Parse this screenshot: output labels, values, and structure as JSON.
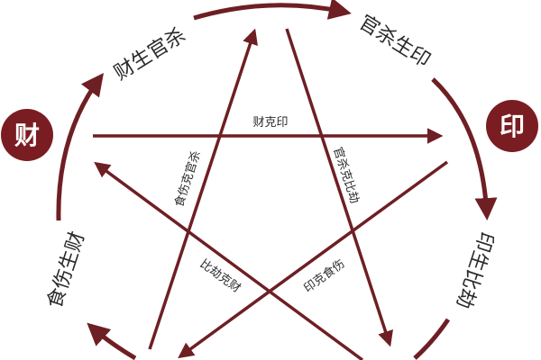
{
  "colors": {
    "arrow": "#6e1f24",
    "node_fill": "#7a1d22",
    "node_text": "#ffffff",
    "label": "#2a2a2a"
  },
  "nodes": {
    "cai": "财",
    "yin": "印"
  },
  "cycle_labels": {
    "cai_sheng_guan_sha": "财生官杀",
    "guan_sha_sheng_yin": "官杀生印",
    "yin_sheng_bi_jie": "印生比劫",
    "shi_shang_sheng_cai": "食伤生财"
  },
  "control_labels": {
    "cai_ke_yin": "财克印",
    "guan_sha_ke_bi_jie": "官杀克比劫",
    "shi_shang_ke_guan_sha": "食伤克官杀",
    "bi_jie_ke_cai": "比劫克财",
    "yin_ke_shi_shang": "印克食伤"
  }
}
